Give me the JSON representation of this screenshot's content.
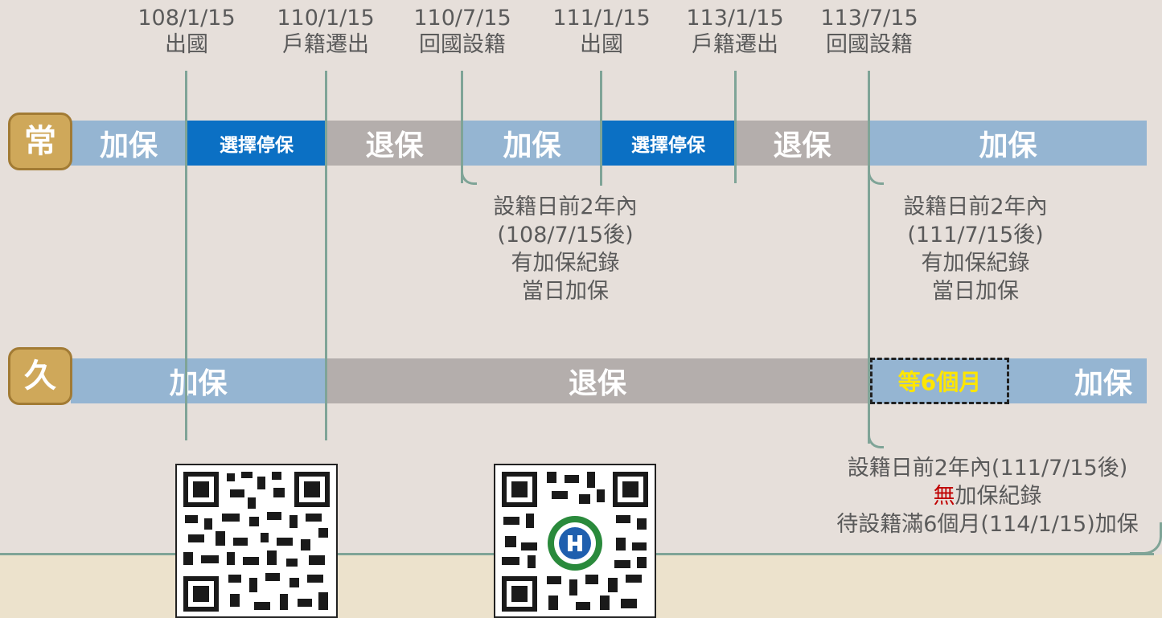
{
  "dates": [
    {
      "date": "108/1/15",
      "event": "出國"
    },
    {
      "date": "110/1/15",
      "event": "戶籍遷出"
    },
    {
      "date": "110/7/15",
      "event": "回國設籍"
    },
    {
      "date": "111/1/15",
      "event": "出國"
    },
    {
      "date": "113/1/15",
      "event": "戶籍遷出"
    },
    {
      "date": "113/7/15",
      "event": "回國設籍"
    }
  ],
  "row1": {
    "tag": "常",
    "segments": [
      {
        "label": "加保",
        "style": "blue"
      },
      {
        "label": "選擇停保",
        "style": "dark"
      },
      {
        "label": "退保",
        "style": "gray"
      },
      {
        "label": "加保",
        "style": "blue"
      },
      {
        "label": "選擇停保",
        "style": "dark"
      },
      {
        "label": "退保",
        "style": "gray"
      },
      {
        "label": "加保",
        "style": "blue"
      }
    ],
    "notes": [
      {
        "lines": [
          "設籍日前2年內",
          "(108/7/15後)",
          "有加保紀錄",
          "當日加保"
        ]
      },
      {
        "lines": [
          "設籍日前2年內",
          "(111/7/15後)",
          "有加保紀錄",
          "當日加保"
        ]
      }
    ]
  },
  "row2": {
    "tag": "久",
    "segments": [
      {
        "label": "加保",
        "style": "blue"
      },
      {
        "label": "退保",
        "style": "gray"
      },
      {
        "label": "加保",
        "style": "blue"
      }
    ],
    "wait_label": "等6個月",
    "note": {
      "line1": "設籍日前2年內(111/7/15後)",
      "line2_red": "無",
      "line2_rest": "加保紀錄",
      "line3": "待設籍滿6個月(114/1/15)加保"
    }
  },
  "colors": {
    "background": "#e6dfda",
    "insured": "#95b5d2",
    "suspended": "#0b70c4",
    "withdrawn": "#b4aeac",
    "tag": "#cfa85a",
    "line": "#7fa497",
    "wait_text": "#ffe600",
    "emphasis": "#c00000"
  }
}
